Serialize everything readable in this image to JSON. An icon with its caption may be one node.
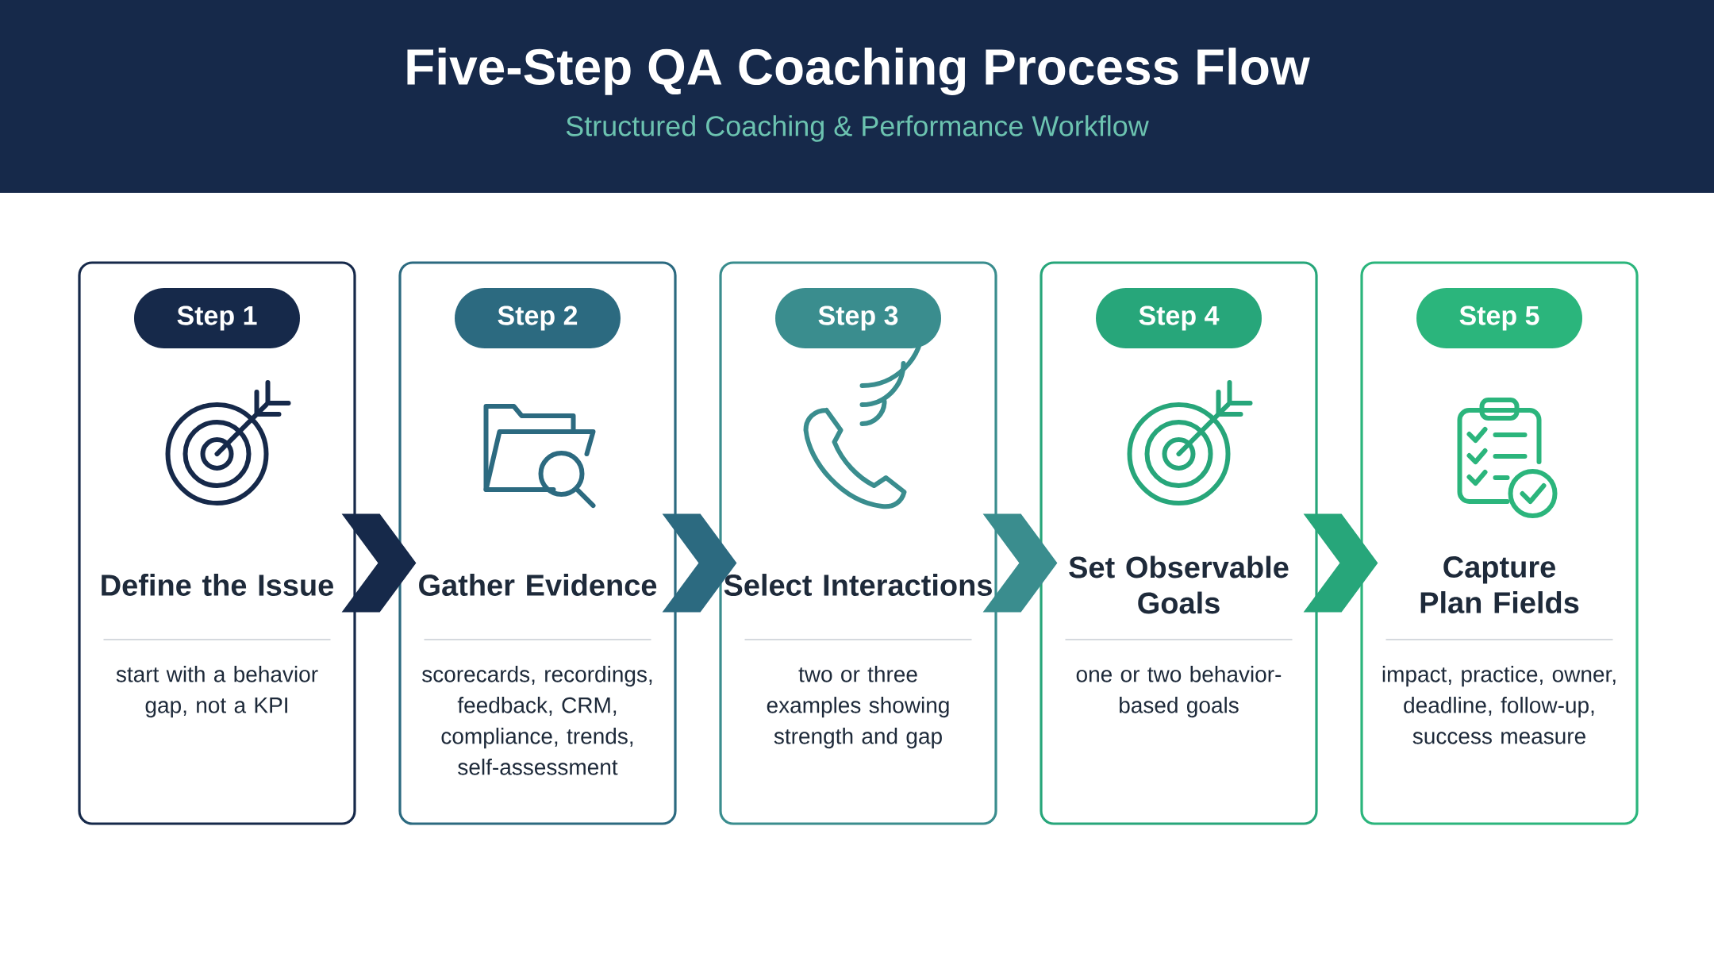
{
  "diagram": {
    "title": "Five-Step QA Coaching Process Flow",
    "caption": "Structured Coaching & Performance Workflow",
    "nodes": [
      {
        "text": [
          "Define the Issue",
          "start with a behavior gap, not a KPI"
        ]
      },
      {
        "text": [
          "Step 1"
        ],
        "in": 0
      },
      {
        "text": [
          "Gather Evidence",
          "scorecards, recordings, feedback, CRM, compliance, trends, self-assessment"
        ]
      },
      {
        "text": [
          "Step 2"
        ],
        "in": 2
      },
      {
        "text": [
          "Select Interactions",
          "two or three examples showing strength and gap"
        ]
      },
      {
        "text": [
          "Step 3"
        ],
        "in": 4
      },
      {
        "text": [
          "Set Observable Goals",
          "one or two behavior-based goals"
        ]
      },
      {
        "text": [
          "Step 4"
        ],
        "in": 6
      },
      {
        "text": [
          "Capture Plan Fields",
          "impact, practice, owner, deadline, follow-up, success measure"
        ]
      },
      {
        "text": [
          "Step 5"
        ],
        "in": 8
      }
    ],
    "edges": [
      {
        "from": 0,
        "to": 2,
        "arrow": "to",
        "color": "#16294a"
      },
      {
        "from": 2,
        "to": 4,
        "arrow": "to",
        "color": "#2c6a80"
      },
      {
        "from": 4,
        "to": 6,
        "arrow": "to",
        "color": "#3a8d8e"
      },
      {
        "from": 6,
        "to": 8,
        "arrow": "to",
        "color": "#27a67a"
      }
    ]
  }
}
